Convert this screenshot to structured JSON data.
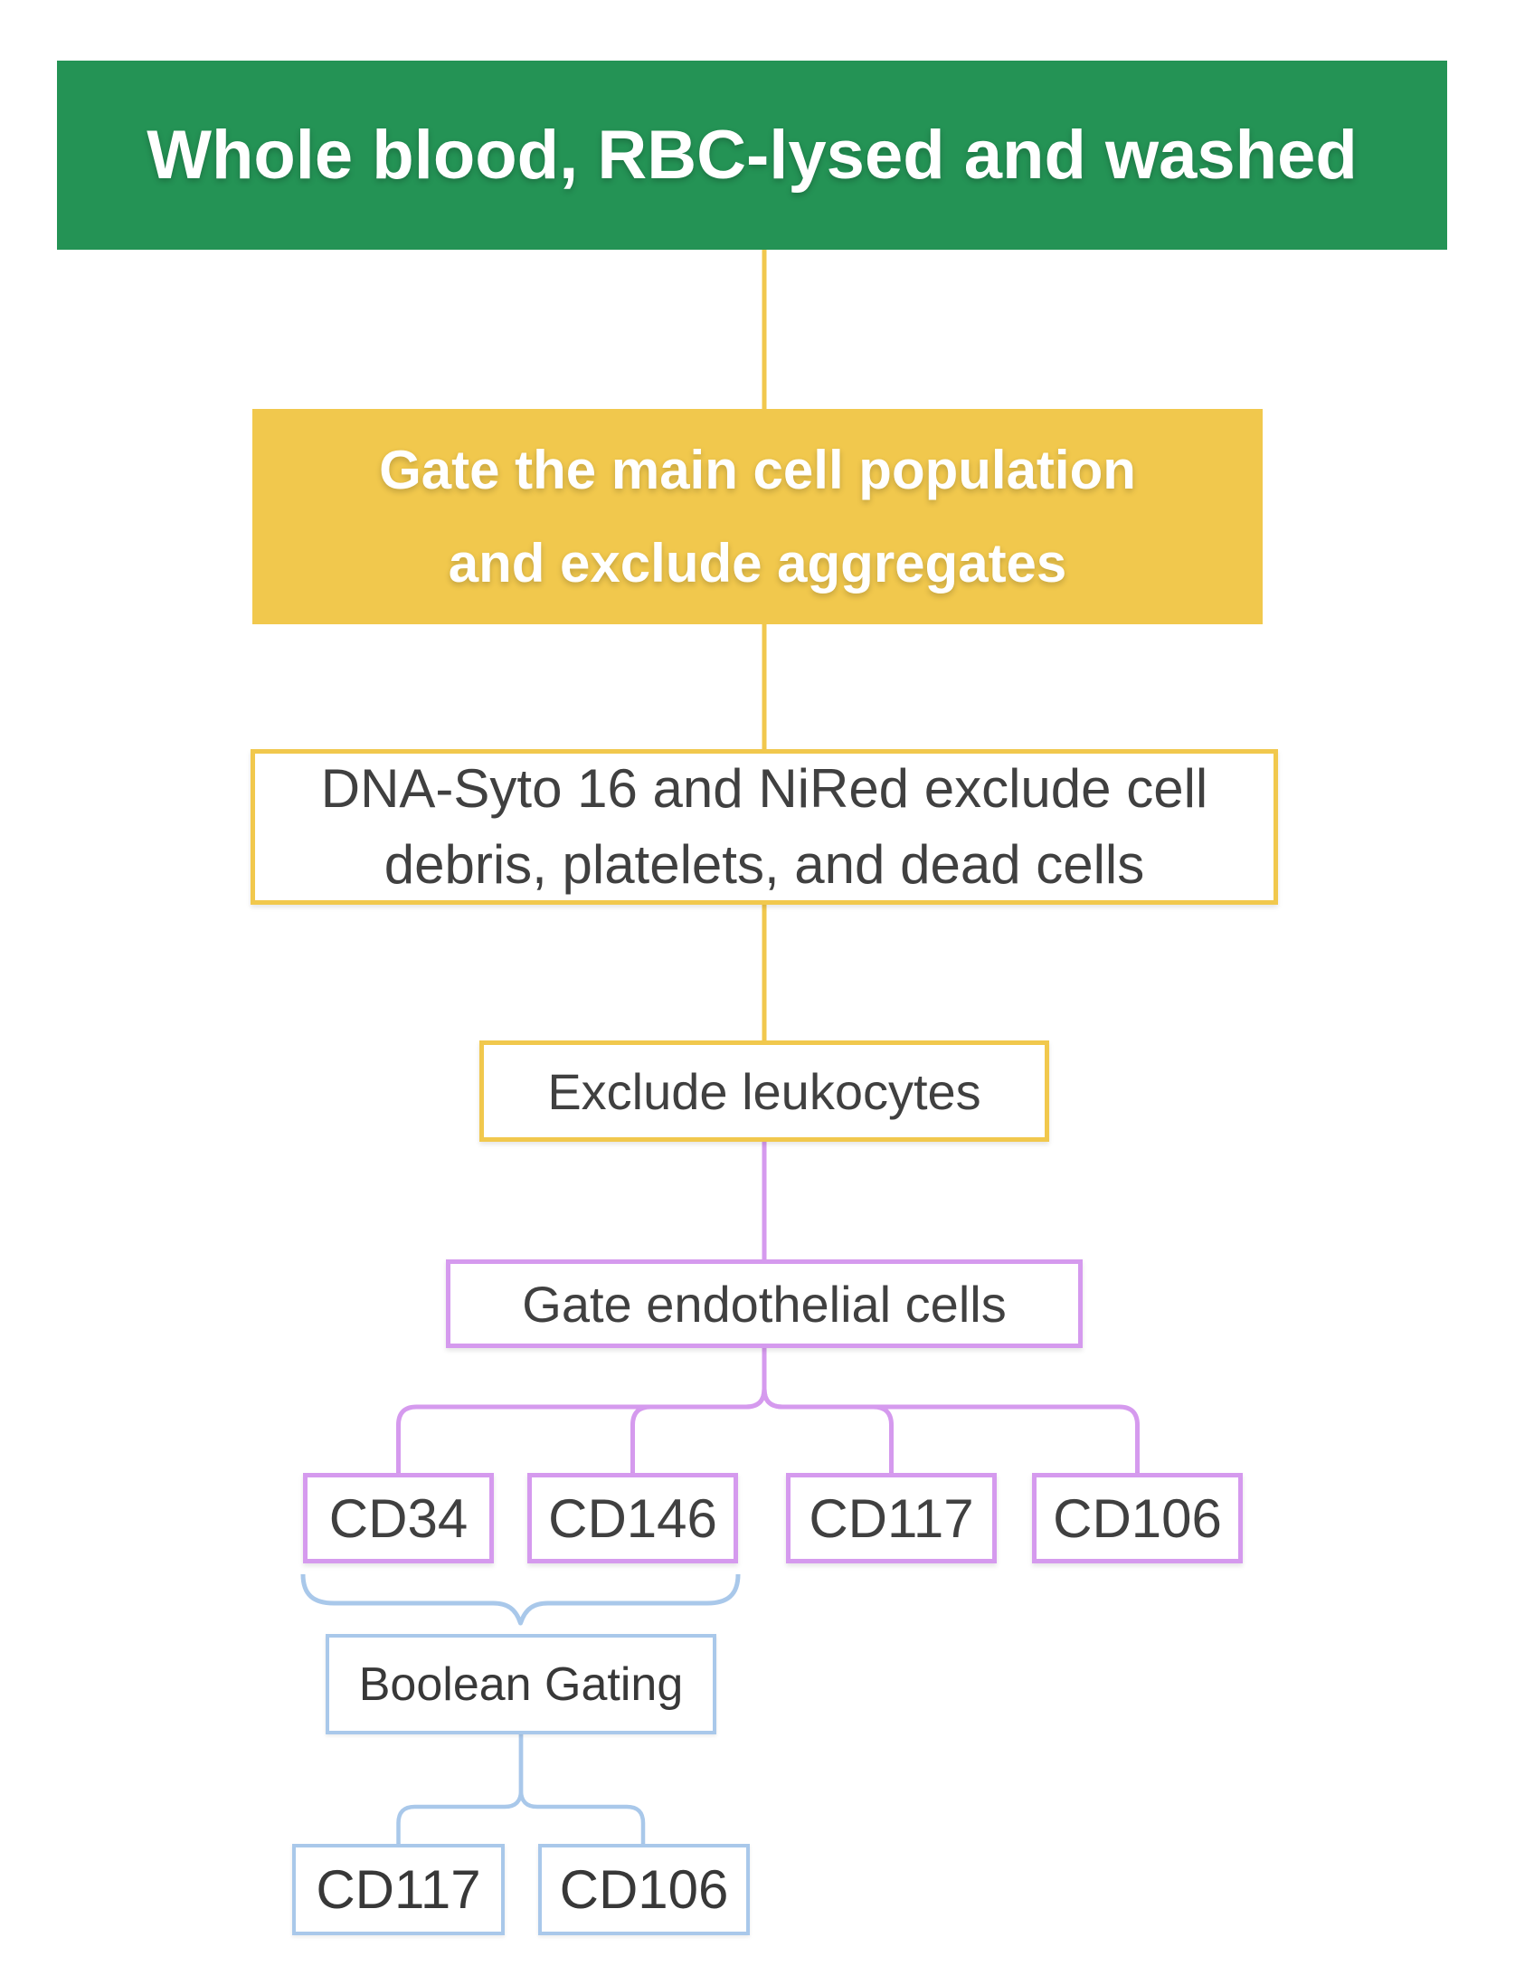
{
  "colors": {
    "green": "#249355",
    "yellow": "#F1C84D",
    "purple": "#D59AEE",
    "blue": "#A9C8EA",
    "text_dark": "#404040",
    "text_light": "#FFFFFF",
    "background": "#FFFFFF"
  },
  "flowchart": {
    "nodes": {
      "whole_blood": {
        "label": "Whole blood, RBC-lysed and washed"
      },
      "gate_main": {
        "line1": "Gate the main cell population",
        "line2": "and exclude aggregates"
      },
      "dna_syto": {
        "line1": "DNA-Syto 16 and NiRed exclude cell",
        "line2": "debris, platelets, and dead cells"
      },
      "exclude_leukocytes": {
        "label": "Exclude leukocytes"
      },
      "gate_endothelial": {
        "label": "Gate endothelial cells"
      },
      "cd34": {
        "label": "CD34"
      },
      "cd146": {
        "label": "CD146"
      },
      "cd117": {
        "label": "CD117"
      },
      "cd106": {
        "label": "CD106"
      },
      "boolean_gating": {
        "label": "Boolean Gating"
      },
      "cd117_boolean": {
        "label": "CD117"
      },
      "cd106_boolean": {
        "label": "CD106"
      }
    }
  }
}
